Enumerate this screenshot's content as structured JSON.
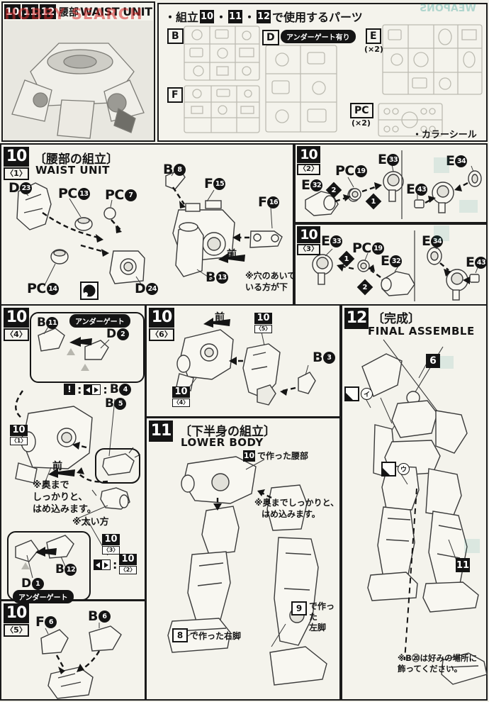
{
  "watermark": {
    "text": "HOBBY SEARCH"
  },
  "bleed": {
    "text": "WEAPONS"
  },
  "header": {
    "s1": "10",
    "s2": "11",
    "s3": "12",
    "title_jp": "腰部",
    "title_en": "WAIST UNIT"
  },
  "parts_panel": {
    "prefix": "・組立",
    "n1": "10",
    "dot1": "・",
    "n2": "11",
    "dot2": "・",
    "n3": "12",
    "suffix": "で使用するパーツ",
    "b": "B",
    "d": "D",
    "d_badge": "アンダーゲート有り",
    "e": "E",
    "e_count": "(×2)",
    "f": "F",
    "pc": "PC",
    "pc_count": "(×2)",
    "color_seal": "・カラーシール"
  },
  "s10_1": {
    "num": "10",
    "sub": "〈1〉",
    "title_jp": "〔腰部の組立〕",
    "title_en": "WAIST UNIT",
    "front": "前",
    "note_l1": "※穴のあいて",
    "note_l2": "いる方が下",
    "parts": {
      "d23": {
        "l": "D",
        "n": "23"
      },
      "pc13": {
        "l": "PC",
        "n": "13"
      },
      "pc7": {
        "l": "PC",
        "n": "7"
      },
      "b8": {
        "l": "B",
        "n": "8"
      },
      "f15": {
        "l": "F",
        "n": "15"
      },
      "f16": {
        "l": "F",
        "n": "16"
      },
      "b13": {
        "l": "B",
        "n": "13"
      },
      "pc14": {
        "l": "PC",
        "n": "14"
      },
      "d24": {
        "l": "D",
        "n": "24"
      }
    }
  },
  "s10_2": {
    "num": "10",
    "sub": "〈2〉",
    "m1": "1",
    "m2": "2",
    "parts": {
      "e32": {
        "l": "E",
        "n": "32"
      },
      "pc19": {
        "l": "PC",
        "n": "19"
      },
      "e33": {
        "l": "E",
        "n": "33"
      },
      "e43": {
        "l": "E",
        "n": "43"
      },
      "e34": {
        "l": "E",
        "n": "34"
      }
    }
  },
  "s10_3": {
    "num": "10",
    "sub": "〈3〉",
    "m1": "1",
    "m2": "2",
    "parts": {
      "e33": {
        "l": "E",
        "n": "33"
      },
      "pc19": {
        "l": "PC",
        "n": "19"
      },
      "e32": {
        "l": "E",
        "n": "32"
      },
      "e34": {
        "l": "E",
        "n": "34"
      },
      "e43": {
        "l": "E",
        "n": "43"
      }
    }
  },
  "s10_4": {
    "num": "10",
    "sub": "〈4〉",
    "undergate_top": "アンダーゲート",
    "undergate_bottom": "アンダーゲート",
    "bang": "!",
    "sep1": ":",
    "sep2": ":",
    "front": "前",
    "ref1_num": "10",
    "ref1_sub": "〈1〉",
    "ref3_num": "10",
    "ref3_sub": "〈3〉",
    "ref2_num": "10",
    "ref2_sub": "〈2〉",
    "note1_l1": "※奥まで",
    "note1_l2": "しっかりと、",
    "note1_l3": "はめ込みます。",
    "note2": "※太い方",
    "parts": {
      "b11": {
        "l": "B",
        "n": "11"
      },
      "d2": {
        "l": "D",
        "n": "2"
      },
      "b4": {
        "l": "B",
        "n": "4"
      },
      "b5": {
        "l": "B",
        "n": "5"
      },
      "b12": {
        "l": "B",
        "n": "12"
      },
      "d1": {
        "l": "D",
        "n": "1"
      }
    }
  },
  "s10_5": {
    "num": "10",
    "sub": "〈5〉",
    "parts": {
      "f6": {
        "l": "F",
        "n": "6"
      },
      "b6": {
        "l": "B",
        "n": "6"
      }
    }
  },
  "s10_6": {
    "num": "10",
    "sub": "〈6〉",
    "front": "前",
    "ref5_num": "10",
    "ref5_sub": "〈5〉",
    "ref4_num": "10",
    "ref4_sub": "〈4〉",
    "parts": {
      "b3": {
        "l": "B",
        "n": "3"
      }
    }
  },
  "s11": {
    "num": "11",
    "title_jp": "〔下半身の組立〕",
    "title_en": "LOWER BODY",
    "waist_num": "10",
    "waist_text": "で作った腰部",
    "note_l1": "※奥までしっかりと、",
    "note_l2": "はめ込みます。",
    "rleg_num": "8",
    "rleg_text": "で作った右脚",
    "lleg_num": "9",
    "lleg_text_l1": "で作った",
    "lleg_text_l2": "左脚"
  },
  "s12": {
    "num": "12",
    "title_jp": "〔完成〕",
    "title_en": "FINAL ASSEMBLE",
    "callout6": "6",
    "callout11": "11",
    "seal_i": "イ",
    "seal_u": "ウ",
    "note_l1": "※B⑳は好みの場所に",
    "note_l2": "飾ってください。"
  }
}
